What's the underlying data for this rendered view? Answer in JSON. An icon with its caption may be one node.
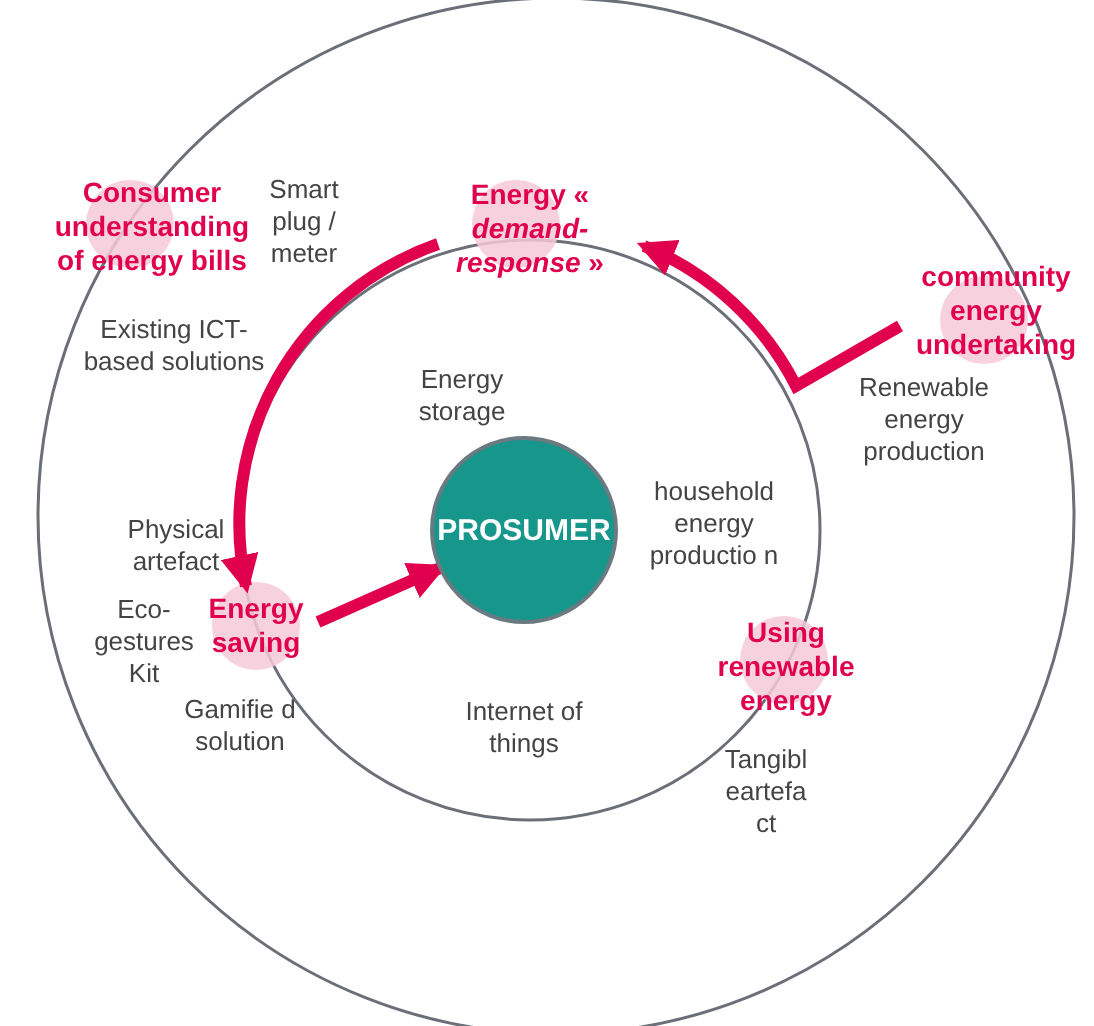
{
  "diagram": {
    "nodes": [
      {
        "text": [
          "Consumer understanding of energy bills"
        ]
      },
      {
        "text": [
          "Energy « *demand-response* »"
        ]
      },
      {
        "text": [
          "community energy undertaking"
        ]
      },
      {
        "text": [
          "Energy saving"
        ]
      },
      {
        "text": [
          "PROSUMER"
        ]
      },
      {
        "text": [
          "Using renewable energy"
        ]
      }
    ],
    "edges": [
      {
        "from": 2,
        "to": 1,
        "arrow": "to"
      },
      {
        "from": 1,
        "to": 3,
        "arrow": "to"
      },
      {
        "from": 3,
        "to": 4,
        "arrow": "to"
      }
    ],
    "labels": [
      "Smart plug / meter",
      "Existing ICT-based solutions",
      "Energy storage",
      "Renewable energy production",
      "Physical artefact",
      "household energy productio n",
      "Eco-gestures Kit",
      "Gamifie d solution",
      "Internet of things",
      "Tangibl eartefa ct"
    ]
  }
}
